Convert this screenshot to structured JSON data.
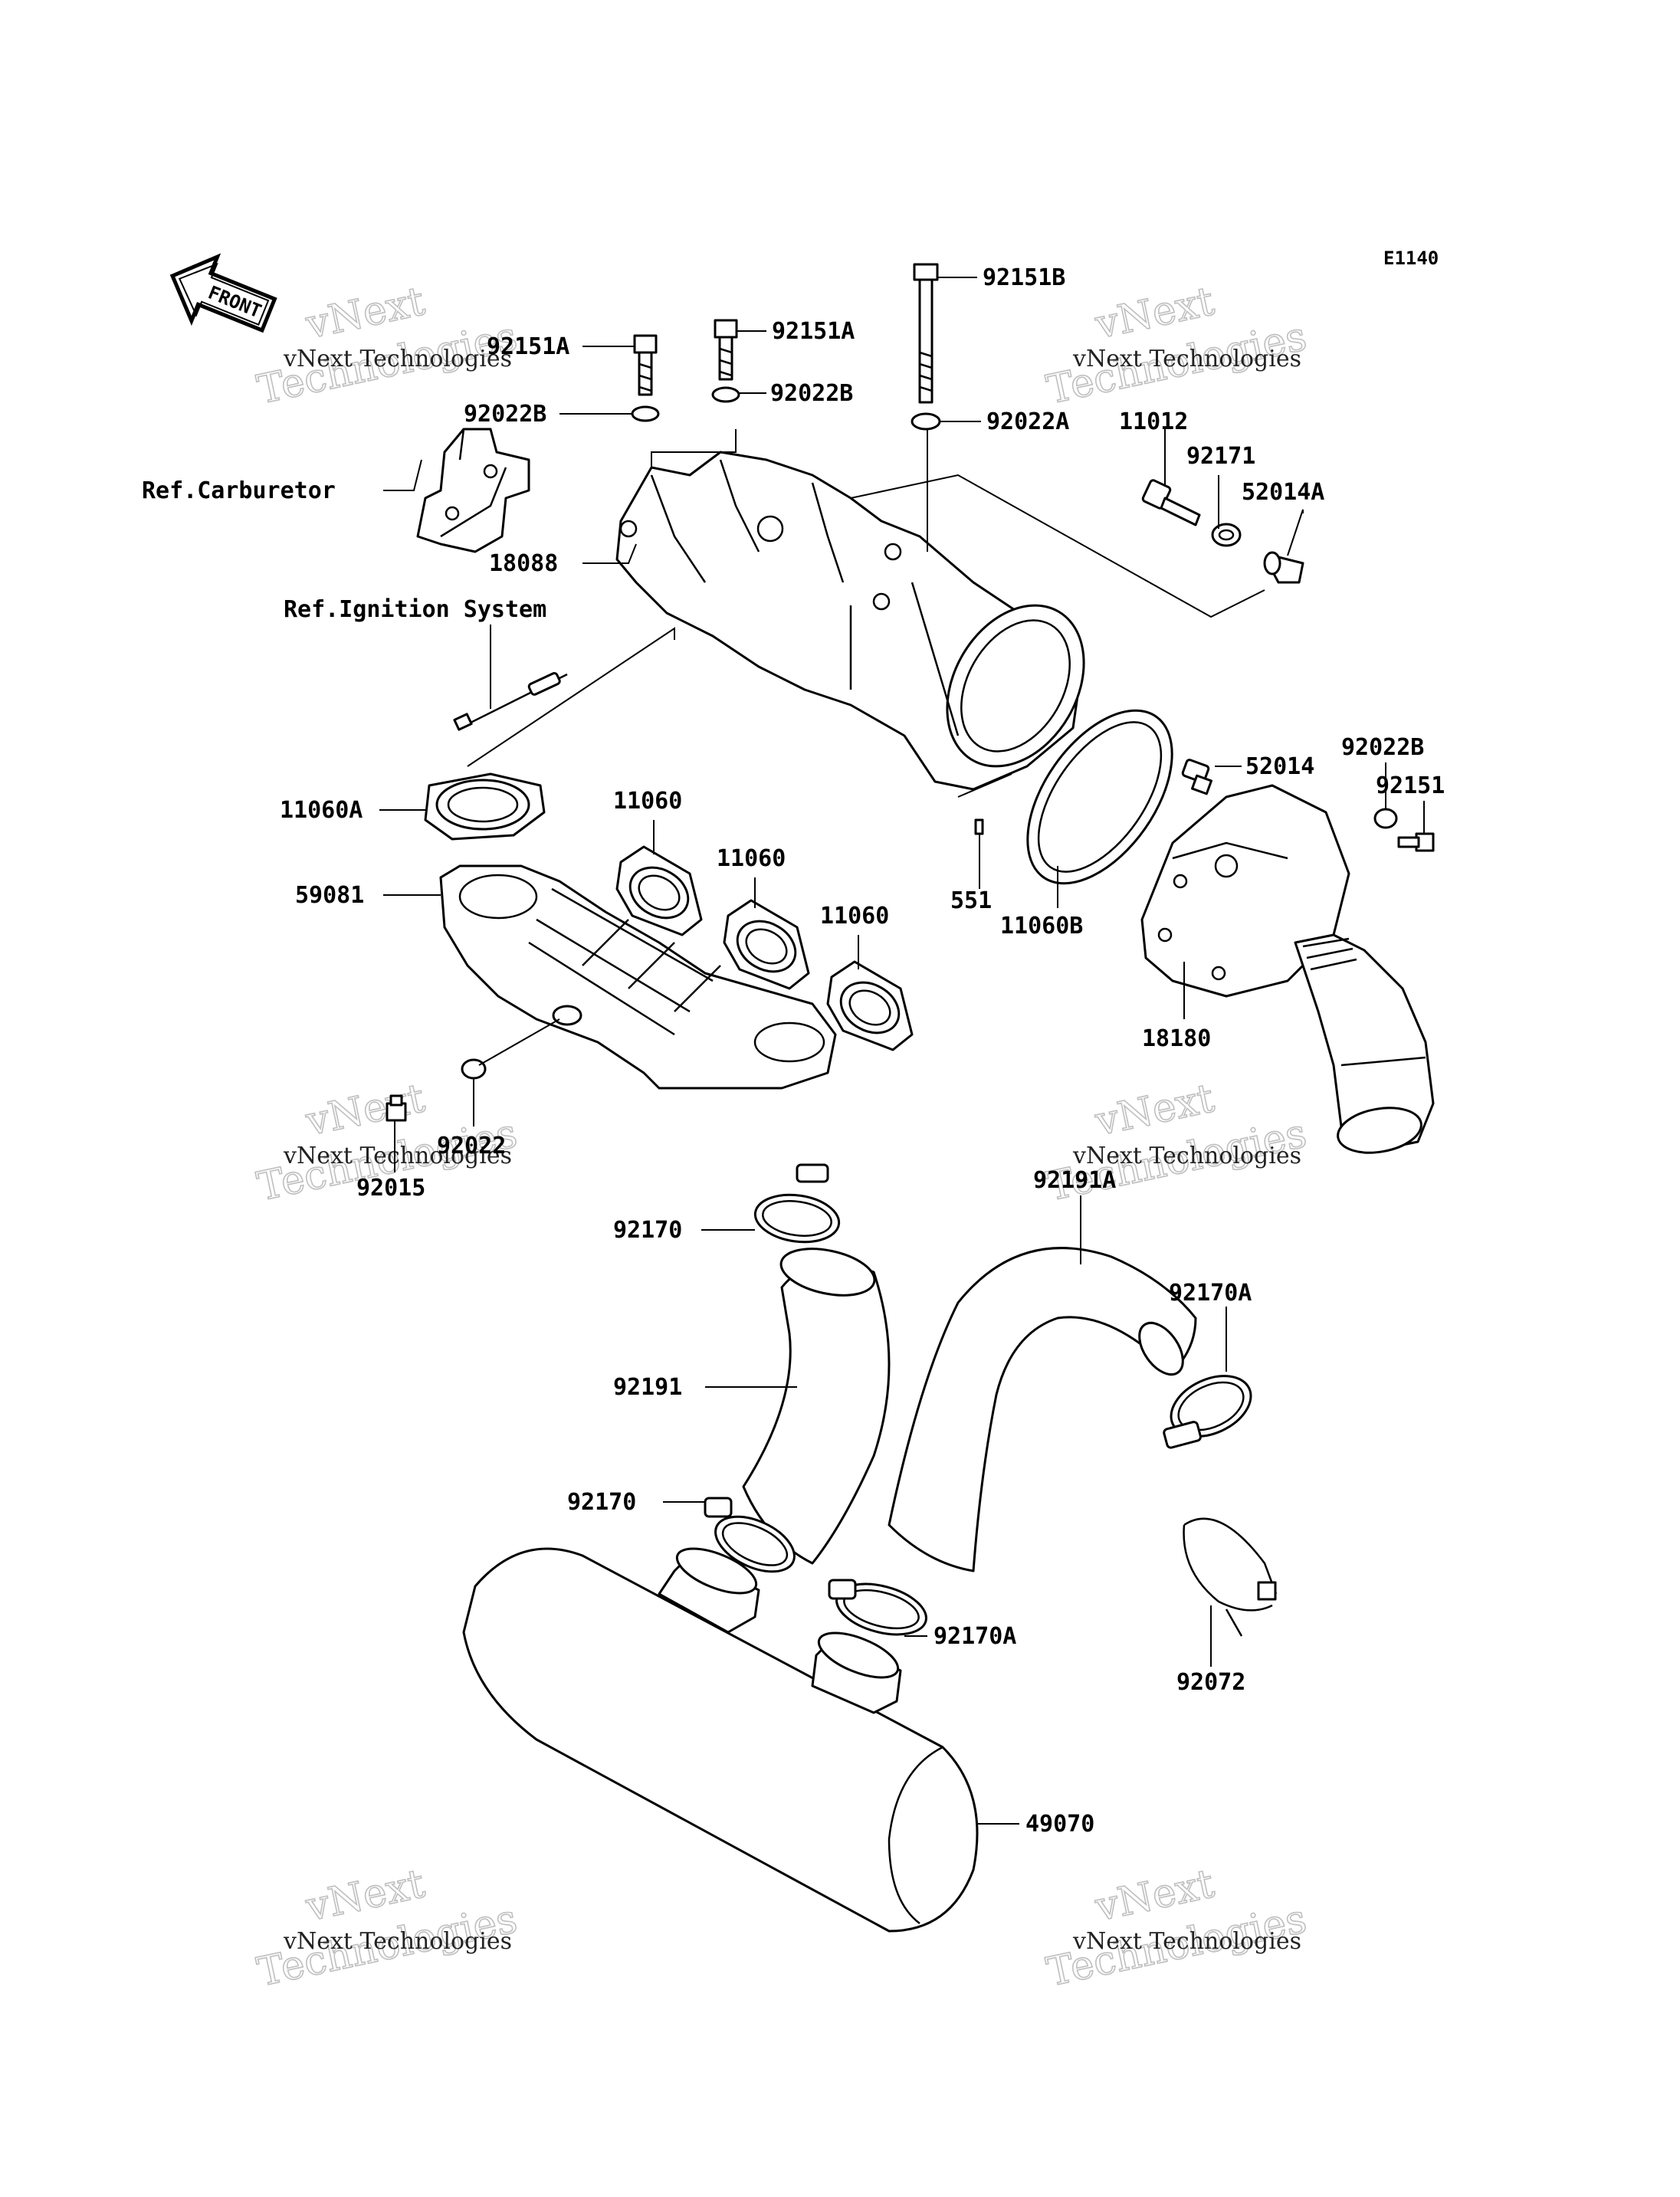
{
  "diagram_code": "E1140",
  "direction_arrow": "FRONT",
  "references": {
    "carburetor": "Ref.Carburetor",
    "ignition": "Ref.Ignition System"
  },
  "part_numbers": {
    "p92151B": "92151B",
    "p92151A_left": "92151A",
    "p92151A_right": "92151A",
    "p92022B_left": "92022B",
    "p92022B_right": "92022B",
    "p92022A": "92022A",
    "p11012": "11012",
    "p92171": "92171",
    "p52014A": "52014A",
    "p18088": "18088",
    "p11060A": "11060A",
    "p11060_1": "11060",
    "p11060_2": "11060",
    "p11060_3": "11060",
    "p59081": "59081",
    "p551": "551",
    "p11060B": "11060B",
    "p52014": "52014",
    "p92022B_side": "92022B",
    "p92151": "92151",
    "p18180": "18180",
    "p92022": "92022",
    "p92015": "92015",
    "p92170_top": "92170",
    "p92191A": "92191A",
    "p92170A_top": "92170A",
    "p92191": "92191",
    "p92170_bottom": "92170",
    "p92170A_bottom": "92170A",
    "p92072": "92072",
    "p49070": "49070"
  },
  "watermark": {
    "line1": "vNext Technologies",
    "line2": "vNext",
    "line3": "Technologies"
  }
}
